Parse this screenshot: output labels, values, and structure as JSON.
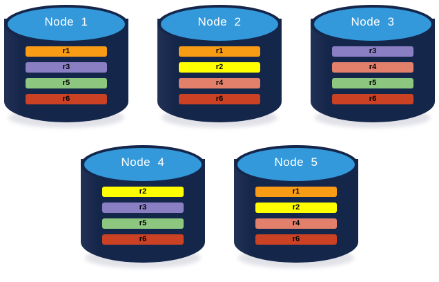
{
  "diagram": {
    "type": "replica-placement-diagram",
    "palette": {
      "background": "#ffffff",
      "cylinder_body": "#15264b",
      "cylinder_top": "#3399db",
      "node_label_color": "#ffffff",
      "replica_label_color": "#000000"
    },
    "replica_colors": {
      "r1": "#f89c16",
      "r2": "#ffff00",
      "r3": "#8b7fc4",
      "r4": "#e2806c",
      "r5": "#8cc67f",
      "r6": "#cb4124"
    },
    "nodes": [
      {
        "id": "node-1",
        "label": "Node  1",
        "row": 1,
        "replicas": [
          {
            "label": "r1",
            "color": "#f89c16"
          },
          {
            "label": "r3",
            "color": "#8b7fc4"
          },
          {
            "label": "r5",
            "color": "#8cc67f"
          },
          {
            "label": "r6",
            "color": "#cb4124"
          }
        ]
      },
      {
        "id": "node-2",
        "label": "Node  2",
        "row": 1,
        "replicas": [
          {
            "label": "r1",
            "color": "#f89c16"
          },
          {
            "label": "r2",
            "color": "#ffff00"
          },
          {
            "label": "r4",
            "color": "#e2806c"
          },
          {
            "label": "r6",
            "color": "#cb4124"
          }
        ]
      },
      {
        "id": "node-3",
        "label": "Node  3",
        "row": 1,
        "replicas": [
          {
            "label": "r3",
            "color": "#8b7fc4"
          },
          {
            "label": "r4",
            "color": "#e2806c"
          },
          {
            "label": "r5",
            "color": "#8cc67f"
          },
          {
            "label": "r6",
            "color": "#cb4124"
          }
        ]
      },
      {
        "id": "node-4",
        "label": "Node  4",
        "row": 2,
        "replicas": [
          {
            "label": "r2",
            "color": "#ffff00"
          },
          {
            "label": "r3",
            "color": "#8b7fc4"
          },
          {
            "label": "r5",
            "color": "#8cc67f"
          },
          {
            "label": "r6",
            "color": "#cb4124"
          }
        ]
      },
      {
        "id": "node-5",
        "label": "Node  5",
        "row": 2,
        "replicas": [
          {
            "label": "r1",
            "color": "#f89c16"
          },
          {
            "label": "r2",
            "color": "#ffff00"
          },
          {
            "label": "r4",
            "color": "#e2806c"
          },
          {
            "label": "r6",
            "color": "#cb4124"
          }
        ]
      }
    ]
  }
}
